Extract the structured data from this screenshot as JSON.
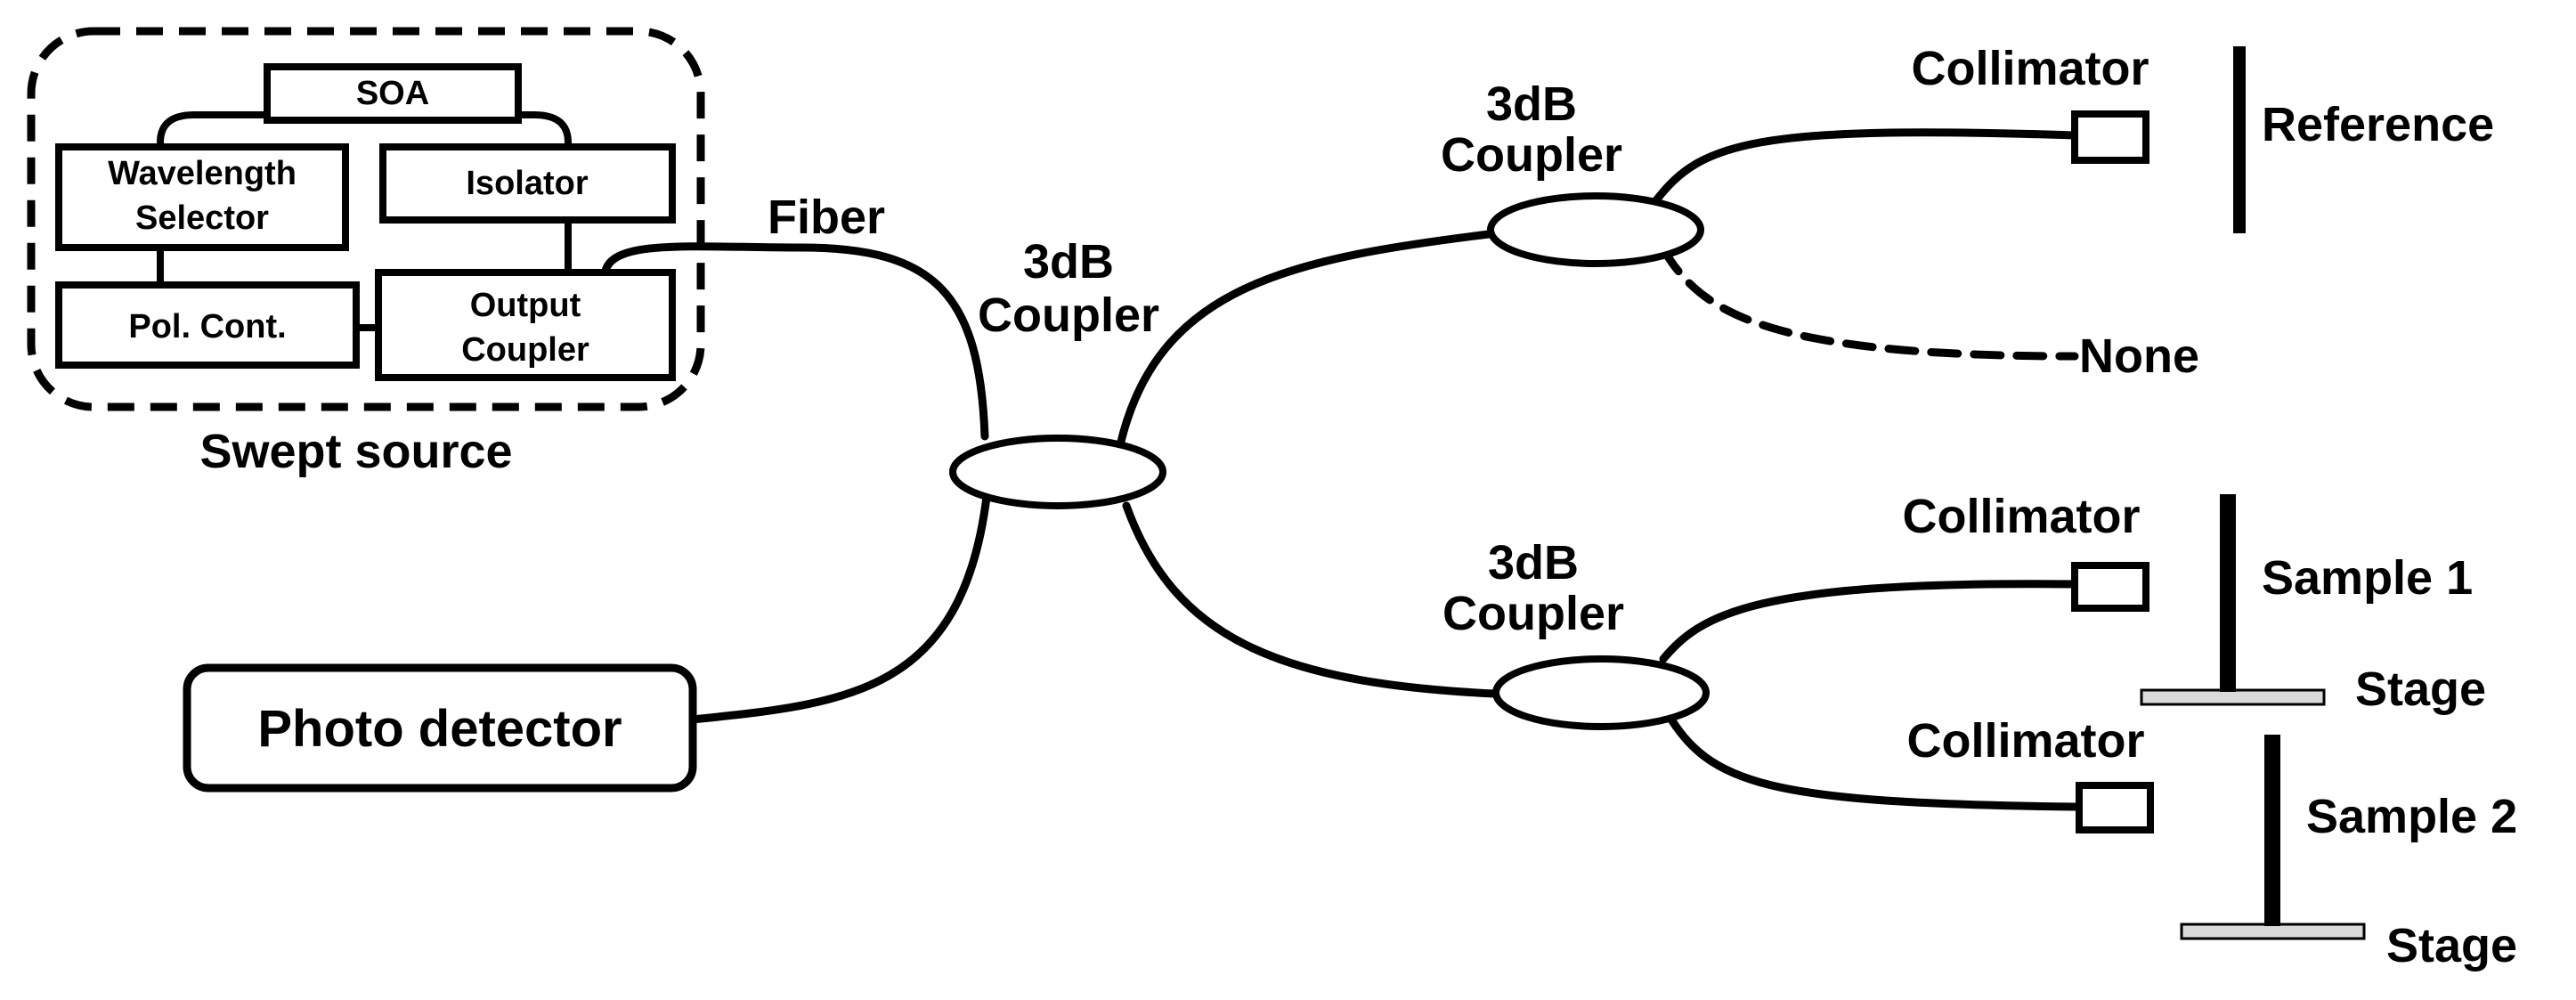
{
  "colors": {
    "line": "#000000",
    "background": "#ffffff",
    "stage_fill": "#d9d9d9"
  },
  "swept_source": {
    "caption": "Swept source",
    "soa": "SOA",
    "wavelength_selector": [
      "Wavelength",
      "Selector"
    ],
    "isolator": "Isolator",
    "pol_cont": "Pol. Cont.",
    "output_coupler": [
      "Output",
      "Coupler"
    ]
  },
  "fiber_label": "Fiber",
  "main_coupler": [
    "3dB",
    "Coupler"
  ],
  "upper_coupler": [
    "3dB",
    "Coupler"
  ],
  "lower_coupler": [
    "3dB",
    "Coupler"
  ],
  "photo_detector": "Photo detector",
  "reference_arm": {
    "collimator": "Collimator",
    "reference": "Reference",
    "none": "None"
  },
  "sample1_arm": {
    "collimator": "Collimator",
    "sample": "Sample 1",
    "stage": "Stage"
  },
  "sample2_arm": {
    "collimator": "Collimator",
    "sample": "Sample 2",
    "stage": "Stage"
  }
}
